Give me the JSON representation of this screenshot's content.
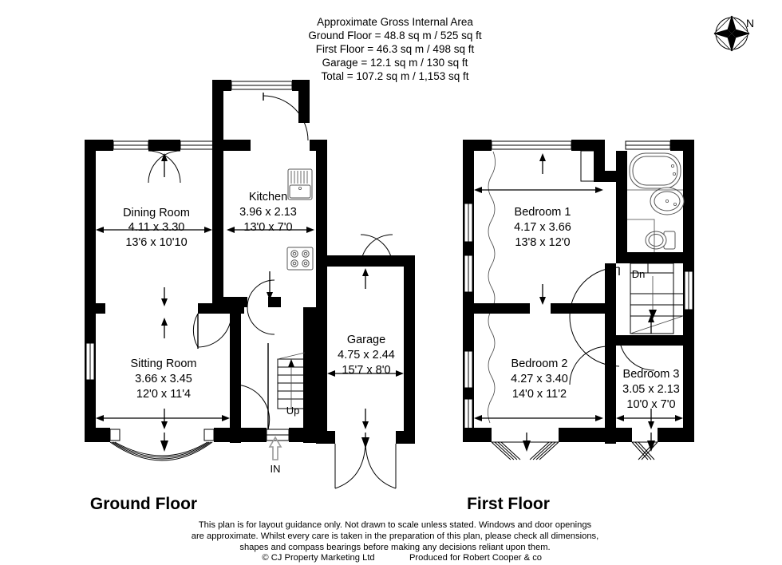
{
  "header": {
    "title": "Approximate Gross Internal Area",
    "lines": [
      "Ground Floor = 48.8 sq m / 525 sq ft",
      "First Floor = 46.3 sq m / 498 sq ft",
      "Garage = 12.1 sq m / 130 sq ft",
      "Total = 107.2 sq m / 1,153 sq ft"
    ]
  },
  "compass": {
    "label": "N"
  },
  "floors": [
    {
      "id": "ground",
      "title": "Ground Floor",
      "rooms": [
        {
          "name": "Dining Room",
          "metric": "4.11 x 3.30",
          "imperial": "13'6 x 10'10"
        },
        {
          "name": "Kitchen",
          "metric": "3.96 x 2.13",
          "imperial": "13'0 x 7'0"
        },
        {
          "name": "Sitting Room",
          "metric": "3.66 x 3.45",
          "imperial": "12'0 x 11'4"
        },
        {
          "name": "Garage",
          "metric": "4.75 x 2.44",
          "imperial": "15'7 x 8'0"
        }
      ],
      "markers": [
        {
          "label": "Up"
        },
        {
          "label": "IN"
        }
      ]
    },
    {
      "id": "first",
      "title": "First Floor",
      "rooms": [
        {
          "name": "Bedroom 1",
          "metric": "4.17 x 3.66",
          "imperial": "13'8 x 12'0"
        },
        {
          "name": "Bedroom 2",
          "metric": "4.27 x 3.40",
          "imperial": "14'0 x 11'2"
        },
        {
          "name": "Bedroom 3",
          "metric": "3.05 x 2.13",
          "imperial": "10'0 x 7'0"
        }
      ],
      "markers": [
        {
          "label": "Dn"
        }
      ]
    }
  ],
  "footer": {
    "lines": [
      "This plan is for layout guidance only. Not drawn to scale unless stated. Windows and door openings",
      "are approximate. Whilst every care is taken in the preparation of this plan, please check all dimensions,",
      "shapes and compass bearings before making any decisions reliant upon them."
    ],
    "copyright": "© CJ Property Marketing Ltd",
    "produced_for": "Produced for Robert Cooper & co"
  },
  "colors": {
    "wall": "#000000",
    "background": "#ffffff",
    "fixture_stroke": "#555555",
    "in_arrow": "#999999"
  }
}
